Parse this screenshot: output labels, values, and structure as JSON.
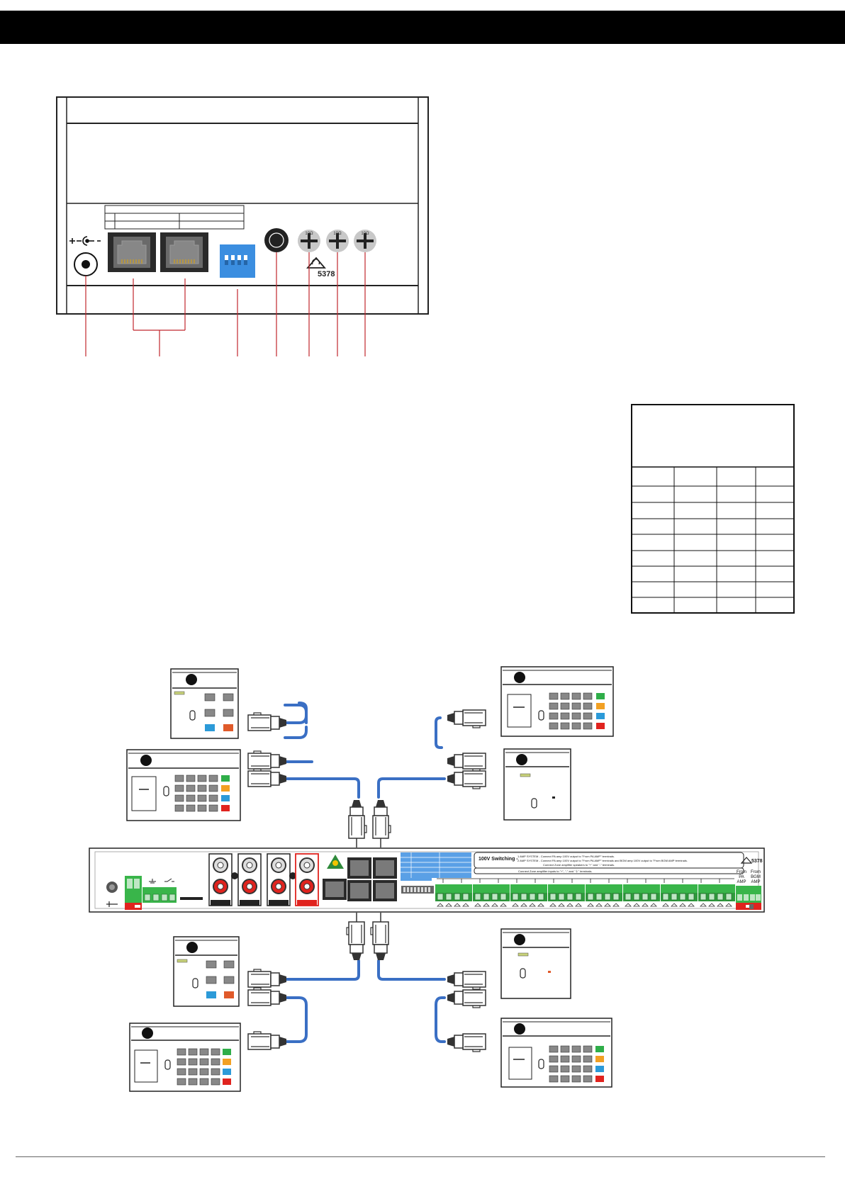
{
  "rear_panel": {
    "cert_code": "5378",
    "pot_labels": [
      "10Ω",
      "10Ω",
      "10Ω"
    ]
  },
  "amp_unit": {
    "switching_title": "100V Switching -",
    "note_1": "1 AMP SYSTEM - Connect PA amp 100V output to \"From PA AMP\" terminals.",
    "note_2": "2 AMP SYSTEM - Connect PA amp 100V output to \"From PA AMP\" terminals and BGM amp 100V output to \"From BGM AMP terminals.",
    "note_3": "Connect Zone amplifier speakers to \"+\" and \"-\" terminals.",
    "note_4": "Connect Zone amplifier inputs to \"+\", \"-\" and \"⏚\" terminals.",
    "cert_code": "5378",
    "from_pa": [
      "From",
      "PA",
      "AMP"
    ],
    "from_bgm": [
      "From",
      "BGM",
      "AMP"
    ]
  },
  "colors": {
    "header": "#000000",
    "cable": "#3a6fc4",
    "dip_switch": "#3b8ee0",
    "terminal_green": "#39b54a",
    "terminal_red": "#e0231e",
    "key_green": "#2fae49",
    "key_orange": "#f2a023",
    "key_blue": "#2c9ad8",
    "key_red": "#e0231e"
  },
  "icons": [
    "dc-power-polarity-icon",
    "rj45-socket-icon",
    "dip-switch-icon",
    "knob-icon",
    "trim-pot-icon",
    "rcm-certification-icon",
    "ground-icon"
  ]
}
